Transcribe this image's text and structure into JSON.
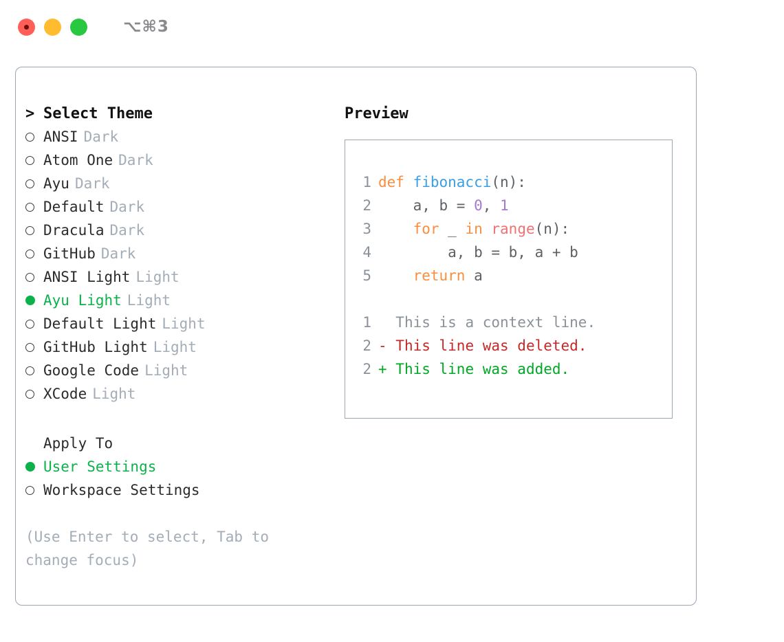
{
  "titlebar": {
    "shortcut": "⌥⌘3",
    "traffic_lights": [
      {
        "name": "close",
        "color": "#ff5f57"
      },
      {
        "name": "minimize",
        "color": "#febc2e"
      },
      {
        "name": "maximize",
        "color": "#28c840"
      }
    ]
  },
  "left": {
    "header": {
      "caret": ">",
      "title": "Select Theme"
    },
    "themes": [
      {
        "label": "ANSI",
        "tag": "Dark",
        "selected": false
      },
      {
        "label": "Atom One",
        "tag": "Dark",
        "selected": false
      },
      {
        "label": "Ayu",
        "tag": "Dark",
        "selected": false
      },
      {
        "label": "Default",
        "tag": "Dark",
        "selected": false
      },
      {
        "label": "Dracula",
        "tag": "Dark",
        "selected": false
      },
      {
        "label": "GitHub",
        "tag": "Dark",
        "selected": false
      },
      {
        "label": "ANSI Light",
        "tag": "Light",
        "selected": false
      },
      {
        "label": "Ayu Light",
        "tag": "Light",
        "selected": true
      },
      {
        "label": "Default Light",
        "tag": "Light",
        "selected": false
      },
      {
        "label": "GitHub Light",
        "tag": "Light",
        "selected": false
      },
      {
        "label": "Google Code",
        "tag": "Light",
        "selected": false
      },
      {
        "label": "XCode",
        "tag": "Light",
        "selected": false
      }
    ],
    "apply_to": {
      "title": "Apply To",
      "options": [
        {
          "label": "User Settings",
          "selected": true
        },
        {
          "label": "Workspace Settings",
          "selected": false
        }
      ]
    },
    "hint": "(Use Enter to select, Tab to change focus)"
  },
  "right": {
    "title": "Preview",
    "code": [
      {
        "number": "1",
        "tokens": [
          {
            "text": "def ",
            "type": "kw"
          },
          {
            "text": "fibonacci",
            "type": "fn"
          },
          {
            "text": "(n):",
            "type": "punc"
          }
        ]
      },
      {
        "number": "2",
        "tokens": [
          {
            "text": "    a, b = ",
            "type": "var"
          },
          {
            "text": "0",
            "type": "num"
          },
          {
            "text": ", ",
            "type": "var"
          },
          {
            "text": "1",
            "type": "num"
          }
        ]
      },
      {
        "number": "3",
        "tokens": [
          {
            "text": "    ",
            "type": "var"
          },
          {
            "text": "for ",
            "type": "kw"
          },
          {
            "text": "_ ",
            "type": "var"
          },
          {
            "text": "in ",
            "type": "kw"
          },
          {
            "text": "range",
            "type": "builtin"
          },
          {
            "text": "(n):",
            "type": "punc"
          }
        ]
      },
      {
        "number": "4",
        "tokens": [
          {
            "text": "        a, b = b, a + b",
            "type": "var"
          }
        ]
      },
      {
        "number": "5",
        "tokens": [
          {
            "text": "    ",
            "type": "kw"
          },
          {
            "text": "return ",
            "type": "kw"
          },
          {
            "text": "a",
            "type": "var"
          }
        ]
      }
    ],
    "diff": [
      {
        "number": "1",
        "marker": " ",
        "text": "This is a context line.",
        "type": "ctx"
      },
      {
        "number": "2",
        "marker": "-",
        "text": "This line was deleted.",
        "type": "del"
      },
      {
        "number": "2",
        "marker": "+",
        "text": "This line was added.",
        "type": "add"
      }
    ]
  },
  "colors": {
    "accent_green": "#0db14b",
    "muted": "#a3adb8",
    "border": "#9aa5b1",
    "keyword": "#fa8d3e",
    "function": "#399ee6",
    "number": "#a37acc",
    "builtin": "#f07171",
    "diff_add": "#00a825",
    "diff_del": "#c62828"
  }
}
